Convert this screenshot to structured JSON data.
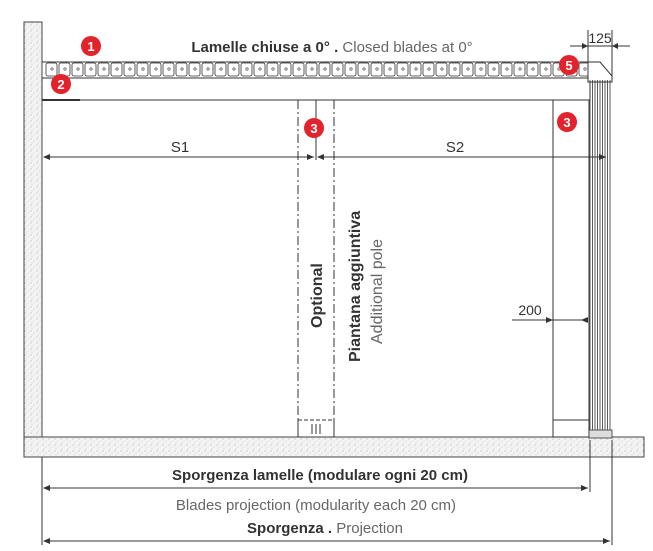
{
  "diagram": {
    "top_label_it": "Lamelle chiuse a 0°",
    "top_label_sep": " . ",
    "top_label_en": "Closed blades at 0°",
    "dim_125": "125",
    "dim_s1": "S1",
    "dim_s2": "S2",
    "dim_200": "200",
    "optional_label": "Optional",
    "pole_label_it": "Piantana aggiuntiva",
    "pole_label_en": "Additional pole",
    "blades_projection_it": "Sporgenza lamelle (modulare ogni 20 cm)",
    "blades_projection_en": "Blades projection (modularity each 20 cm)",
    "projection_it": "Sporgenza",
    "projection_sep": " . ",
    "projection_en": "Projection",
    "badges": {
      "b1": "1",
      "b2": "2",
      "b3a": "3",
      "b3b": "3",
      "b5": "5"
    },
    "colors": {
      "badge": "#e3232c",
      "line": "#333333",
      "hatch": "#8a8a8a"
    }
  }
}
